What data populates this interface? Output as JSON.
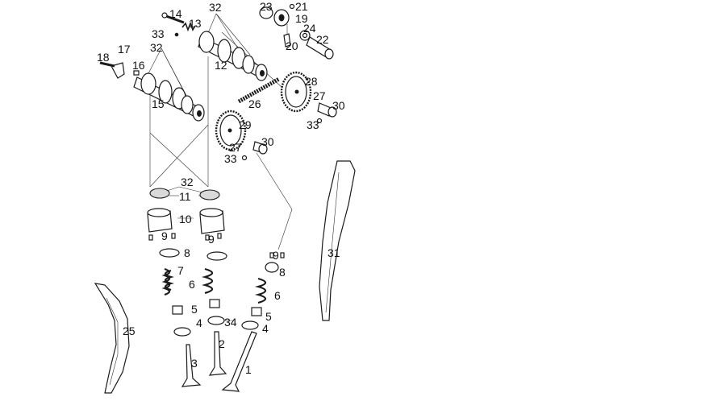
{
  "callouts": [
    {
      "id": "c14",
      "text": "14"
    },
    {
      "id": "c13",
      "text": "13"
    },
    {
      "id": "c33a",
      "text": "33"
    },
    {
      "id": "c32a",
      "text": "32"
    },
    {
      "id": "c23",
      "text": "23"
    },
    {
      "id": "c21",
      "text": "21"
    },
    {
      "id": "c19",
      "text": "19"
    },
    {
      "id": "c20",
      "text": "20"
    },
    {
      "id": "c24",
      "text": "24"
    },
    {
      "id": "c22",
      "text": "22"
    },
    {
      "id": "c17",
      "text": "17"
    },
    {
      "id": "c18",
      "text": "18"
    },
    {
      "id": "c16",
      "text": "16"
    },
    {
      "id": "c32b",
      "text": "32"
    },
    {
      "id": "c12",
      "text": "12"
    },
    {
      "id": "c15",
      "text": "15"
    },
    {
      "id": "c26",
      "text": "26"
    },
    {
      "id": "c28",
      "text": "28"
    },
    {
      "id": "c27a",
      "text": "27"
    },
    {
      "id": "c30a",
      "text": "30"
    },
    {
      "id": "c33b",
      "text": "33"
    },
    {
      "id": "c29",
      "text": "29"
    },
    {
      "id": "c27b",
      "text": "27"
    },
    {
      "id": "c30b",
      "text": "30"
    },
    {
      "id": "c33c",
      "text": "33"
    },
    {
      "id": "c32c",
      "text": "32"
    },
    {
      "id": "c11",
      "text": "11"
    },
    {
      "id": "c10",
      "text": "10"
    },
    {
      "id": "c9a",
      "text": "9"
    },
    {
      "id": "c9b",
      "text": "9"
    },
    {
      "id": "c9c",
      "text": "9"
    },
    {
      "id": "c8a",
      "text": "8"
    },
    {
      "id": "c8b",
      "text": "8"
    },
    {
      "id": "c31",
      "text": "31"
    },
    {
      "id": "c7",
      "text": "7"
    },
    {
      "id": "c6a",
      "text": "6"
    },
    {
      "id": "c6b",
      "text": "6"
    },
    {
      "id": "c5a",
      "text": "5"
    },
    {
      "id": "c5b",
      "text": "5"
    },
    {
      "id": "c4a",
      "text": "4"
    },
    {
      "id": "c34",
      "text": "34"
    },
    {
      "id": "c4b",
      "text": "4"
    },
    {
      "id": "c25",
      "text": "25"
    },
    {
      "id": "c3",
      "text": "3"
    },
    {
      "id": "c2",
      "text": "2"
    },
    {
      "id": "c1",
      "text": "1"
    }
  ]
}
